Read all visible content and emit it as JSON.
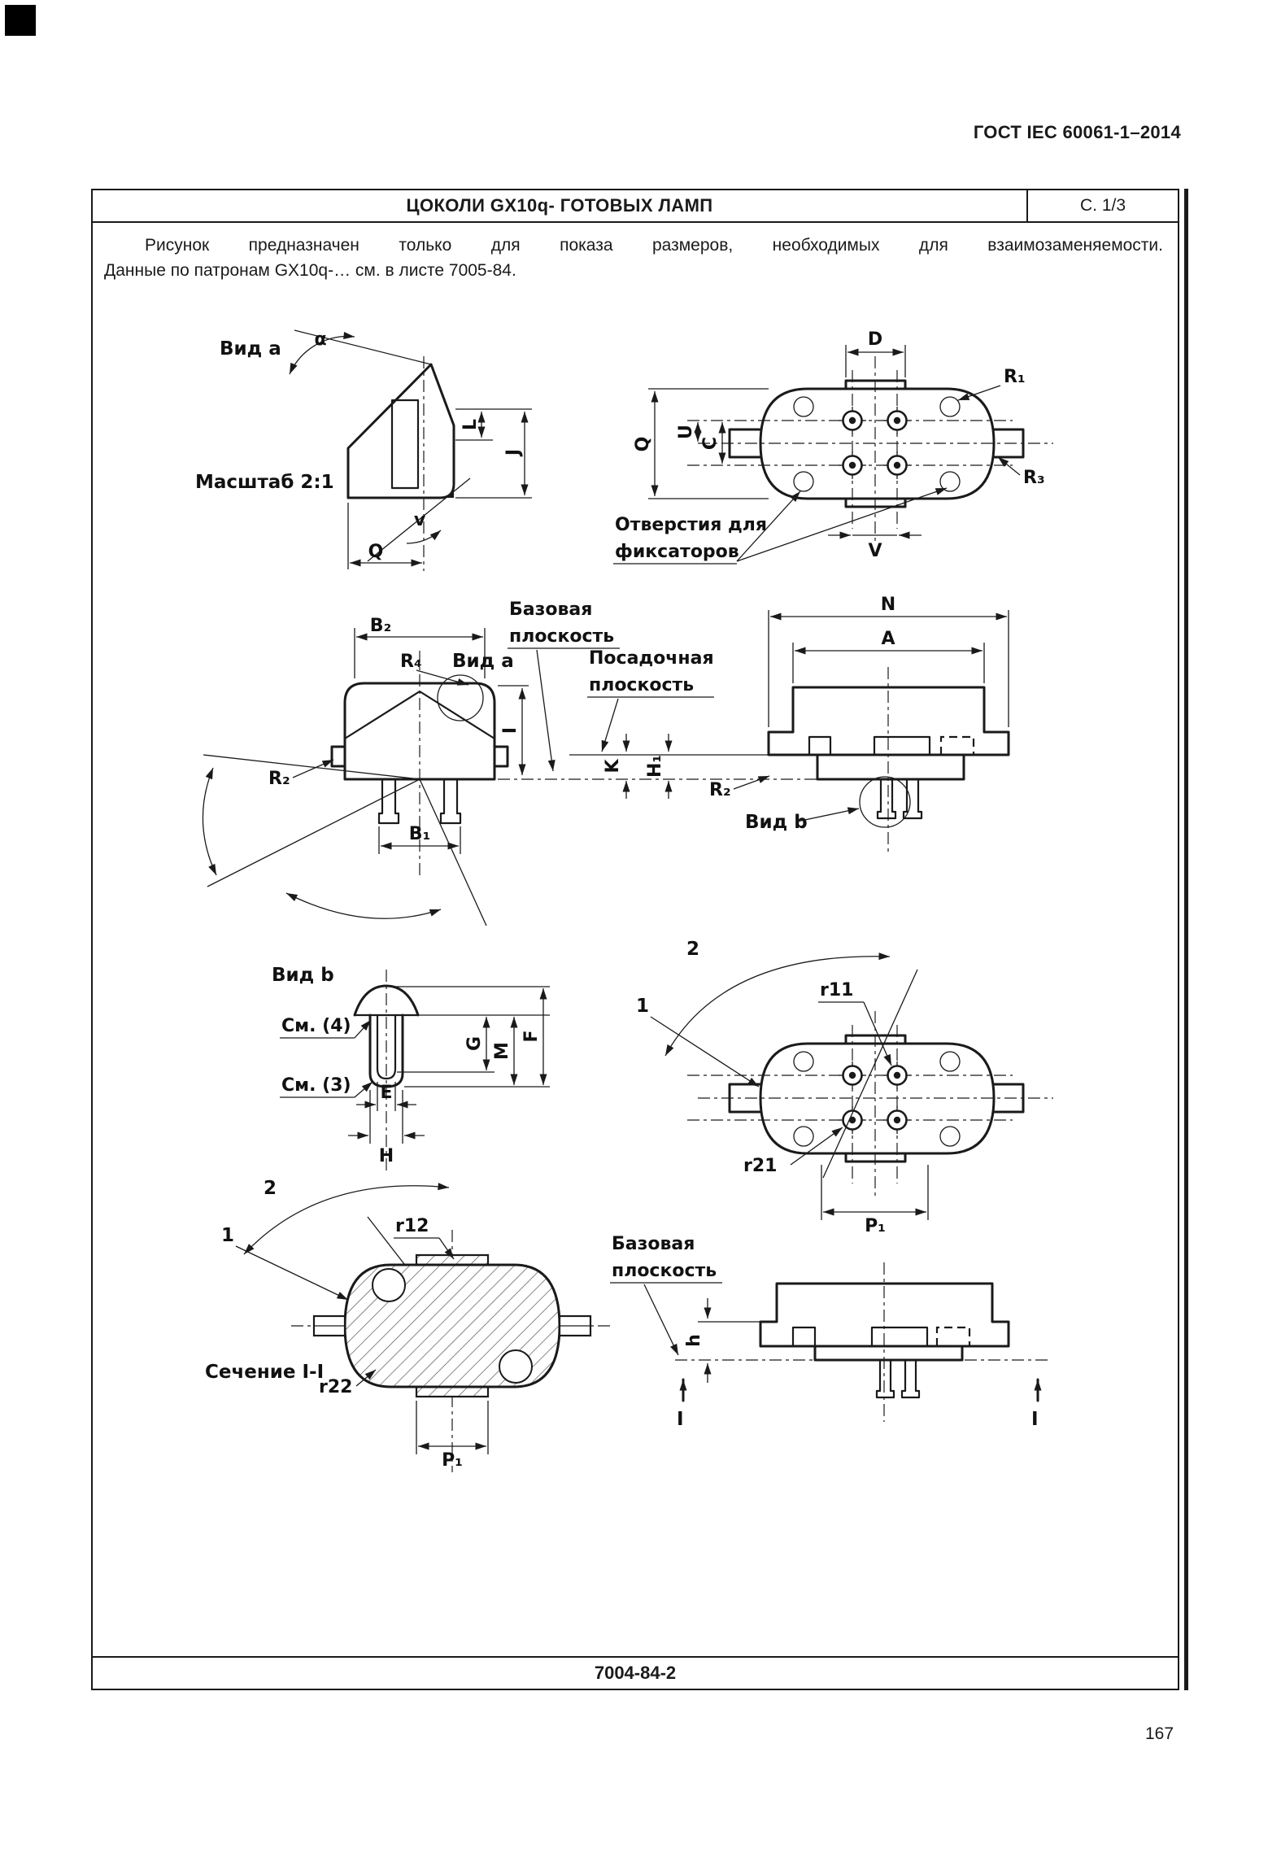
{
  "colors": {
    "ink": "#1a1a1a",
    "paper": "#ffffff"
  },
  "doc": {
    "header": "ГОСТ IEC 60061-1–2014",
    "page_number": "167",
    "sheet": {
      "title": "ЦОКОЛИ GX10q- ГОТОВЫХ ЛАМП",
      "page_ref": "С. 1/3",
      "doc_ref": "7004-84-2"
    },
    "note": {
      "line1": "Рисунок предназначен только для показа размеров, необходимых для взаимозаменяемости.",
      "line2": "Данные по патронам GX10q-… см. в листе 7005-84."
    }
  },
  "drawing": {
    "views": {
      "view_a": "Вид а",
      "view_b": "Вид b",
      "scale": "Масштаб 2:1",
      "section": "Сечение I-I"
    },
    "annotations": {
      "holes_line1": "Отверстия для",
      "holes_line2": "фиксаторов",
      "base_plane_line1": "Базовая",
      "base_plane_line2": "плоскость",
      "seat_plane_line1": "Посадочная",
      "seat_plane_line2": "плоскость",
      "see_4": "См. (4)",
      "see_3": "См. (3)"
    },
    "dims": {
      "alpha": "α",
      "L": "L",
      "J": "J",
      "v": "v",
      "Q": "Q",
      "D": "D",
      "R1": "R₁",
      "R2": "R₂",
      "R3": "R₃",
      "R4": "R₄",
      "U": "U",
      "C": "C",
      "V": "V",
      "B1": "B₁",
      "B2": "B₂",
      "I": "I",
      "N": "N",
      "A": "A",
      "K": "K",
      "H1": "H₁",
      "G": "G",
      "M": "M",
      "F": "F",
      "E": "E",
      "H": "H",
      "r11": "r11",
      "r21": "r21",
      "r12": "r12",
      "r22": "r22",
      "P1": "P₁",
      "h": "h",
      "pos1": "1",
      "pos2": "2"
    }
  }
}
